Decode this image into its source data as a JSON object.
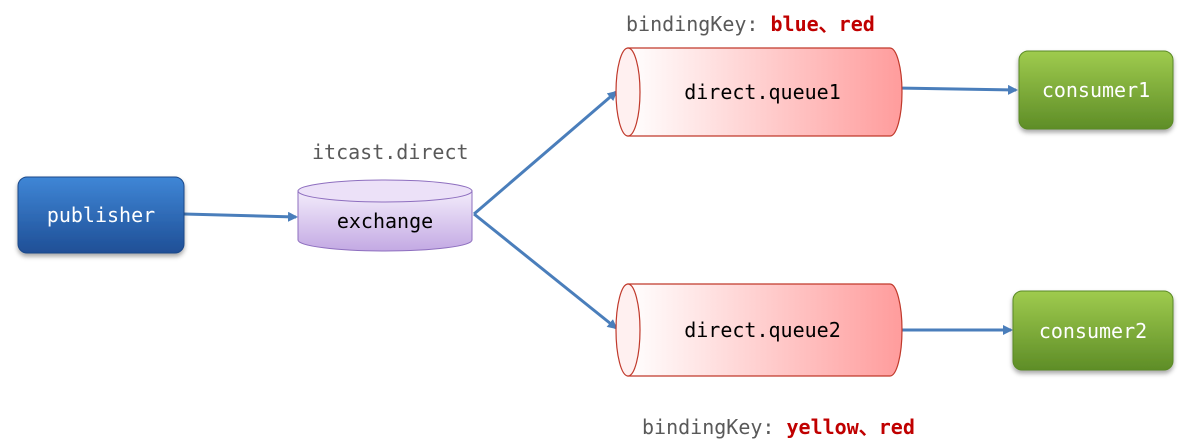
{
  "publisher": {
    "label": "publisher",
    "color": "#2e6db8"
  },
  "exchange": {
    "label": "exchange",
    "name": "itcast.direct",
    "color": "#c9b3e6"
  },
  "queues": [
    {
      "label": "direct.queue1",
      "binding_prefix": "bindingKey:",
      "binding_keys": "blue、red"
    },
    {
      "label": "direct.queue2",
      "binding_prefix": "bindingKey:",
      "binding_keys": "yellow、red"
    }
  ],
  "consumers": [
    {
      "label": "consumer1"
    },
    {
      "label": "consumer2"
    }
  ],
  "colors": {
    "arrow": "#4a7ebb",
    "queue_fill": "#ffa8a8",
    "queue_stroke": "#c0392b",
    "consumer": "#7fb33a",
    "binding_key": "#c00000"
  }
}
